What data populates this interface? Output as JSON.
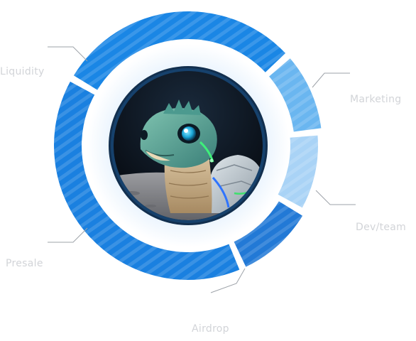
{
  "chart_data": {
    "type": "pie",
    "style": "donut",
    "center_image": "turtle-mascot-avatar",
    "categories": [
      "Liquidity",
      "Marketing",
      "Dev/team",
      "Airdrop",
      "Presale"
    ],
    "values": [
      30,
      10,
      10,
      10,
      40
    ],
    "value_unit": "approximate share of ring, percent",
    "colors": [
      "#1a86e5",
      "#6ab6f0",
      "#a9d3f6",
      "#2279d6",
      "#1a80e0"
    ],
    "labels_color": "#d2d4d8"
  }
}
